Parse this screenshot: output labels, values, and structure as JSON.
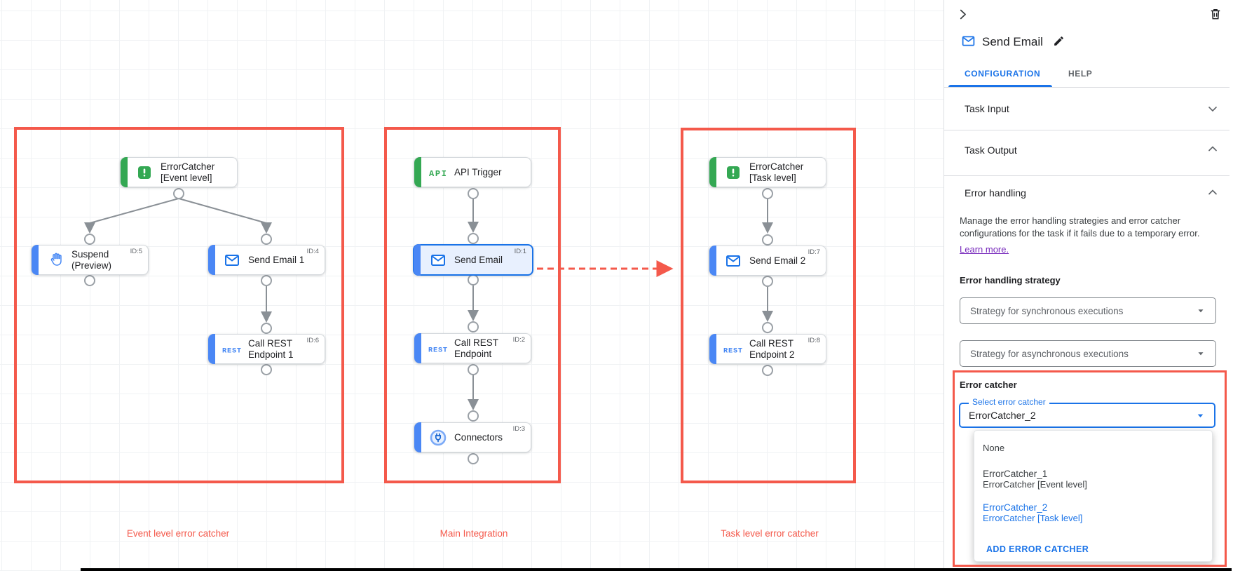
{
  "colors": {
    "red": "#f4594b",
    "blue": "#1a73e8",
    "green": "#34a853",
    "selected_fill": "#e8f0fe"
  },
  "canvas": {
    "icon_text": {
      "api": "API",
      "rest": "REST"
    },
    "groups": [
      {
        "label": "Event level error catcher",
        "nodes": [
          {
            "line1": "ErrorCatcher",
            "line2": "[Event level]",
            "id": "",
            "icon": "error-catcher"
          },
          {
            "line1": "Suspend",
            "line2": "(Preview)",
            "id": "ID:5",
            "icon": "hand"
          },
          {
            "line1": "Send Email 1",
            "line2": "",
            "id": "ID:4",
            "icon": "mail"
          },
          {
            "line1": "Call REST",
            "line2": "Endpoint 1",
            "id": "ID:6",
            "icon": "rest"
          }
        ]
      },
      {
        "label": "Main Integration",
        "nodes": [
          {
            "line1": "API Trigger",
            "line2": "",
            "id": "",
            "icon": "api"
          },
          {
            "line1": "Send Email",
            "line2": "",
            "id": "ID:1",
            "icon": "mail"
          },
          {
            "line1": "Call REST",
            "line2": "Endpoint",
            "id": "ID:2",
            "icon": "rest"
          },
          {
            "line1": "Connectors",
            "line2": "",
            "id": "ID:3",
            "icon": "connector"
          }
        ]
      },
      {
        "label": "Task level error catcher",
        "nodes": [
          {
            "line1": "ErrorCatcher",
            "line2": "[Task level]",
            "id": "",
            "icon": "error-catcher"
          },
          {
            "line1": "Send Email 2",
            "line2": "",
            "id": "ID:7",
            "icon": "mail"
          },
          {
            "line1": "Call REST",
            "line2": "Endpoint 2",
            "id": "ID:8",
            "icon": "rest"
          }
        ]
      }
    ]
  },
  "panel": {
    "title": "Send Email",
    "tabs": {
      "configuration": "CONFIGURATION",
      "help": "HELP"
    },
    "sections": {
      "task_input": "Task Input",
      "task_output": "Task Output",
      "error_handling": "Error handling"
    },
    "error_handling": {
      "description": "Manage the error handling strategies and error catcher configurations for the task if it fails due to a temporary error.",
      "learn_more": "Learn more.",
      "strategy_label": "Error handling strategy",
      "sync_dropdown": "Strategy for synchronous executions",
      "async_dropdown": "Strategy for asynchronous executions",
      "error_catcher_label": "Error catcher",
      "select_label": "Select error catcher",
      "select_value": "ErrorCatcher_2",
      "menu": {
        "none_label": "None",
        "options": [
          {
            "name": "ErrorCatcher_1",
            "detail": "ErrorCatcher [Event level]"
          },
          {
            "name": "ErrorCatcher_2",
            "detail": "ErrorCatcher [Task level]"
          }
        ],
        "add_label": "ADD ERROR CATCHER"
      }
    }
  }
}
